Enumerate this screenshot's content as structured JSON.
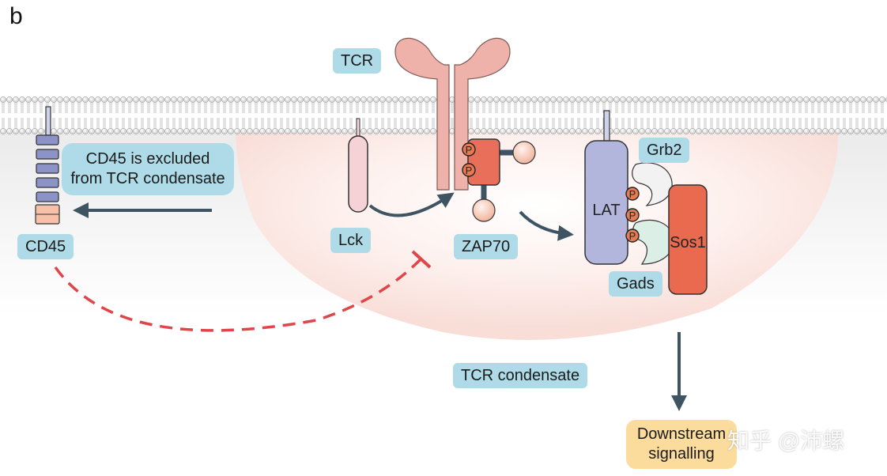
{
  "panel_letter": "b",
  "labels": {
    "tcr": "TCR",
    "lck": "Lck",
    "zap70": "ZAP70",
    "lat": "LAT",
    "grb2": "Grb2",
    "gads": "Gads",
    "sos1": "Sos1",
    "cd45": "CD45",
    "condensate": "TCR condensate",
    "phospho": "P"
  },
  "note": {
    "line1": "CD45 is excluded",
    "line2": "from TCR condensate"
  },
  "downstream": {
    "line1": "Downstream",
    "line2": "signalling"
  },
  "watermark": "知乎 @沛螺",
  "colors": {
    "label_bg": "#aedbe7",
    "condensate": "#fbe3df",
    "tcr": "#efb2ab",
    "zap70": "#e96f5b",
    "lat": "#b2b6dc",
    "sos1": "#ea6a4f",
    "inhibition": "#e0454a",
    "arrow": "#3f5462",
    "downstream_bg": "#fbdc9c"
  }
}
